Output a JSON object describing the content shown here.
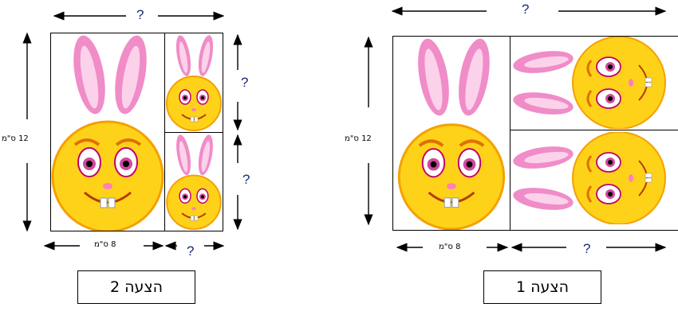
{
  "proposal_left": {
    "caption": "הצעה 2",
    "top_question": "?",
    "height_label": "12 ס\"מ",
    "bottom_width_label": "8 ס\"מ",
    "bottom_question": "?",
    "right_upper_question": "?",
    "right_lower_question": "?"
  },
  "proposal_right": {
    "caption": "הצעה 1",
    "top_question": "?",
    "height_label": "12 ס\"מ",
    "bottom_width_label": "8 ס\"מ",
    "bottom_question": "?"
  },
  "colors": {
    "bunny_face": "#ffd21a",
    "bunny_ear": "#f08cc8",
    "arrow": "#000000",
    "question": "#1a2a78"
  }
}
